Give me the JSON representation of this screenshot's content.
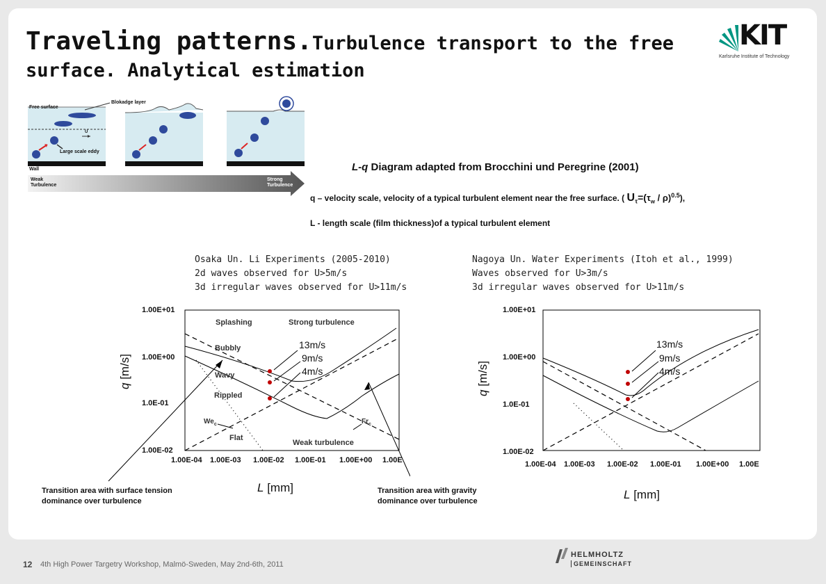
{
  "slide": {
    "title_big": "Traveling patterns.",
    "title_rest_1": "Turbulence transport to the free",
    "title_line_2": "surface. Analytical estimation",
    "logo": {
      "letters": "KIT",
      "subtitle": "Karlsruhe Institute of Technology"
    }
  },
  "illustration": {
    "free_surface": "Free surface",
    "blockage_layer": "Blokadge layer",
    "large_eddy": "Large scale eddy",
    "velocity_label": "U",
    "wall": "Wall",
    "weak": "Weak Turbulence",
    "strong": "Strong Turbulence"
  },
  "diagram_caption": {
    "title_italic": "L-q",
    "title_rest": " Diagram adapted from Brocchini und Peregrine (2001)",
    "q_def_prefix": "q – velocity scale, velocity of a typical turbulent element near the free surface. ( ",
    "q_def_U": "U",
    "q_def_tau": "τ",
    "q_def_mid": "=(",
    "q_def_tauw": "τ",
    "q_def_w": "w",
    "q_def_rho": " / ρ",
    "q_def_close": ")",
    "q_def_exp": "0.5",
    "q_def_end": "),",
    "l_def": "L - length scale (film thickness)of a typical turbulent element"
  },
  "left_exp": {
    "line1": "Osaka Un. Li Experiments (2005-2010)",
    "line2": "2d waves observed for U>5m/s",
    "line3": "3d irregular waves observed for U>11m/s"
  },
  "right_exp": {
    "line1": "Nagoya Un. Water Experiments (Itoh et al., 1999)",
    "line2": "Waves observed for U>3m/s",
    "line3": "3d irregular waves observed for U>11m/s"
  },
  "chart_left": {
    "y_ticks": [
      "1.00E+01",
      "1.00E+00",
      "1.0E-01",
      "1.00E-02"
    ],
    "x_ticks": [
      "1.00E-04",
      "1.00E-03",
      "1.00E-02",
      "1.00E-01",
      "1.00E+00",
      "1.00E"
    ],
    "ylabel_q": "q",
    "ylabel_unit": " [m/s]",
    "xlabel_L": "L",
    "xlabel_unit": " [mm]",
    "regions": {
      "splashing": "Splashing",
      "strong": "Strong turbulence",
      "bubbly": "Bubbly",
      "wavy": "Wavy",
      "rippled": "Rippled",
      "we": "We",
      "we_sub": "c",
      "fr": "Fr",
      "fr_sub": "c",
      "flat": "Flat",
      "weak": "Weak turbulence"
    },
    "speeds": [
      "13m/s",
      "9m/s",
      "4m/s"
    ]
  },
  "chart_right": {
    "y_ticks": [
      "1.00E+01",
      "1.00E+00",
      "1.0E-01",
      "1.00E-02"
    ],
    "x_ticks": [
      "1.00E-04",
      "1.00E-03",
      "1.00E-02",
      "1.00E-01",
      "1.00E+00",
      "1.00E"
    ],
    "ylabel_q": "q",
    "ylabel_unit": " [m/s]",
    "xlabel_L": "L",
    "xlabel_unit": " [mm]",
    "speeds": [
      "13m/s",
      "9m/s",
      "4m/s"
    ]
  },
  "annotations": {
    "left_1": "Transition area with surface tension",
    "left_2": "dominance over turbulence",
    "right_1": "Transition area with gravity",
    "right_2": "dominance over turbulence"
  },
  "footer": {
    "page": "12",
    "text": "4th High Power Targetry Workshop, Malmö-Sweden, May 2nd-6th, 2011",
    "helm_1": "HELMHOLTZ",
    "helm_2": "GEMEINSCHAFT"
  },
  "colors": {
    "accent_green": "#009682",
    "marker_red": "#c00000",
    "panel_blue": "#d7ebf1",
    "eddy_blue": "#2f4a9c"
  }
}
